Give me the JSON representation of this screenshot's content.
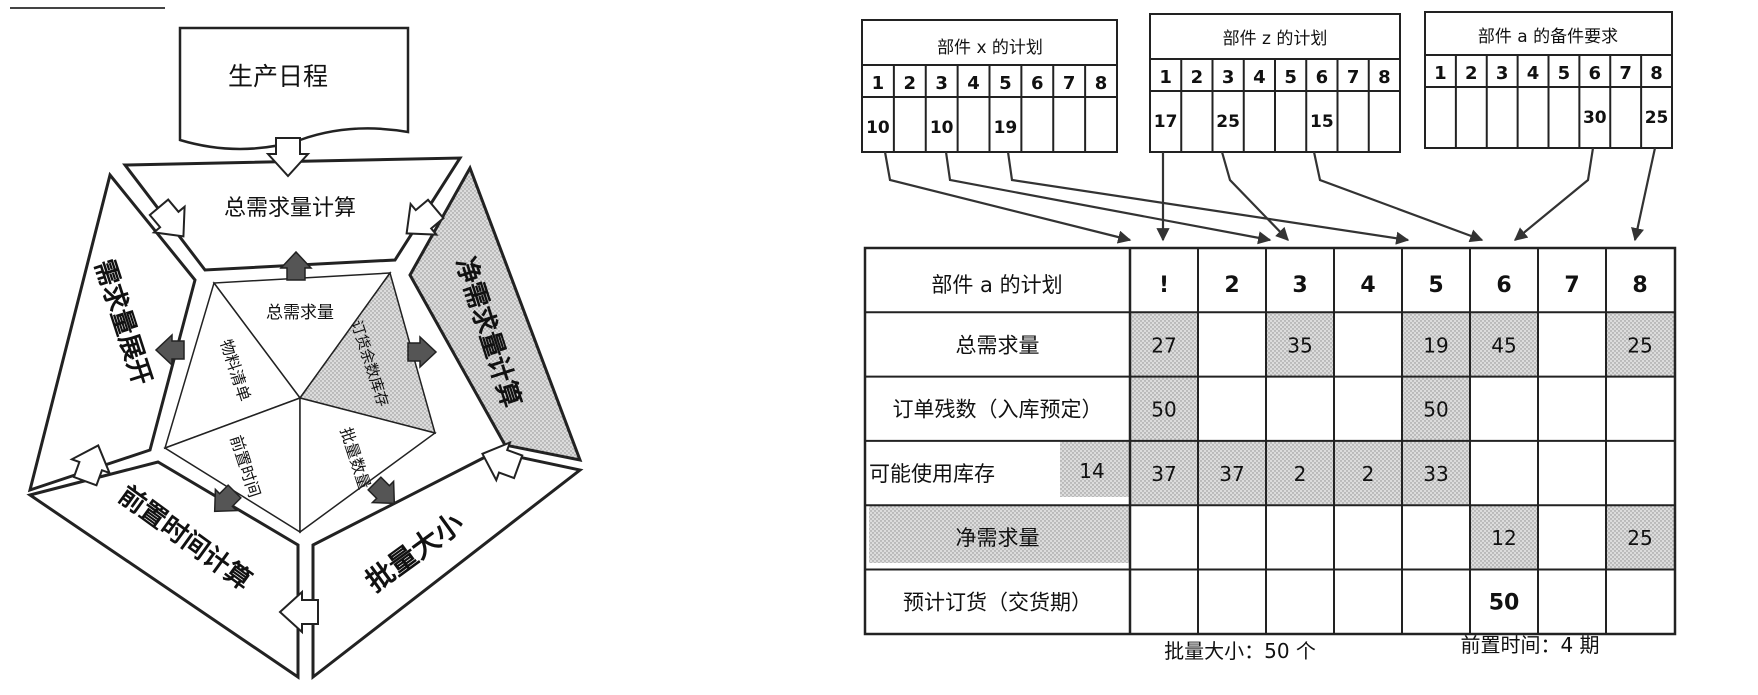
{
  "pentagon": {
    "schedule": "生产日程",
    "outer": {
      "gross": "总需求量计算",
      "explode": "需求量展开",
      "net": "净需求量计算",
      "lead": "前置时间计算",
      "lot": "批量大小"
    },
    "inner": {
      "gross": "总需求量",
      "parts": "物料清单",
      "orders": "订货余数库存",
      "lead": "前置时间",
      "lot": "批量数量"
    }
  },
  "plans": [
    {
      "title": "部件 x 的计划",
      "periods": [
        "1",
        "2",
        "3",
        "4",
        "5",
        "6",
        "7",
        "8"
      ],
      "values": [
        "10",
        "",
        "10",
        "",
        "19",
        "",
        "",
        ""
      ]
    },
    {
      "title": "部件 z 的计划",
      "periods": [
        "1",
        "2",
        "3",
        "4",
        "5",
        "6",
        "7",
        "8"
      ],
      "values": [
        "17",
        "",
        "25",
        "",
        "",
        "15",
        "",
        ""
      ]
    },
    {
      "title": "部件 a 的备件要求",
      "periods": [
        "1",
        "2",
        "3",
        "4",
        "5",
        "6",
        "7",
        "8"
      ],
      "values": [
        "",
        "",
        "",
        "",
        "",
        "30",
        "",
        "25"
      ]
    }
  ],
  "mrp": {
    "title": "部件 a 的计划",
    "periods": [
      "!",
      "2",
      "3",
      "4",
      "5",
      "6",
      "7",
      "8"
    ],
    "rows": [
      {
        "label": "总需求量",
        "values": [
          "27",
          "",
          "35",
          "",
          "19",
          "45",
          "",
          "25"
        ]
      },
      {
        "label": "订单残数（入库预定）",
        "values": [
          "50",
          "",
          "",
          "",
          "50",
          "",
          "",
          ""
        ]
      },
      {
        "label": "可能使用库存",
        "initial": "14",
        "values": [
          "37",
          "37",
          "2",
          "2",
          "33",
          "",
          "",
          ""
        ]
      },
      {
        "label": "净需求量",
        "values": [
          "",
          "",
          "",
          "",
          "",
          "12",
          "",
          "25"
        ]
      },
      {
        "label": "预计订货（交货期）",
        "values": [
          "",
          "",
          "",
          "",
          "",
          "50",
          "",
          ""
        ]
      }
    ],
    "lot_note": "批量大小：50 个",
    "lead_note": "前置时间：4 期"
  }
}
